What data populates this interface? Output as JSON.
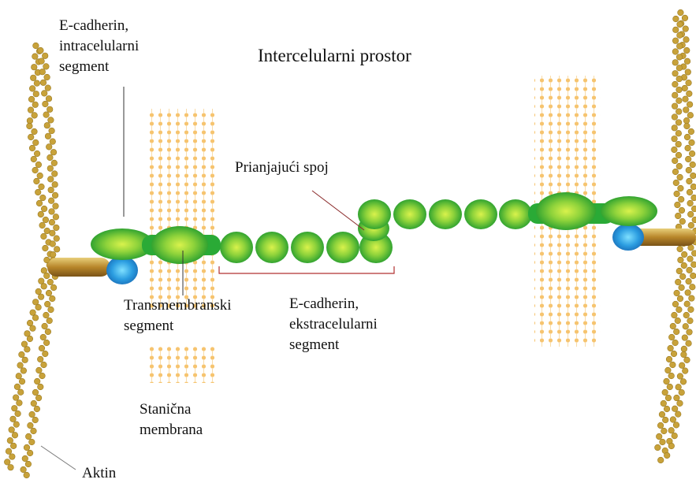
{
  "title": "Intercelularni prostor",
  "labels": {
    "ecad_intra": "E-cadherin,\nintracelularni\nsegment",
    "adherens": "Prianjajući spoj",
    "transmembrane": "Transmembranski\nsegment",
    "ecad_extra": "E-cadherin,\nekstracelularni\nsegment",
    "membrane": "Stanična\nmembrana",
    "actin": "Aktin"
  },
  "colors": {
    "membrane_head": "#f5c77a",
    "membrane_tail": "#f9dfa8",
    "ecadherin_green": "#2fb53a",
    "ecadherin_highlight": "#d6f04a",
    "actin": "#c8a23a",
    "catenin_blue": "#2a8fd8",
    "bracket": "#b03030"
  }
}
